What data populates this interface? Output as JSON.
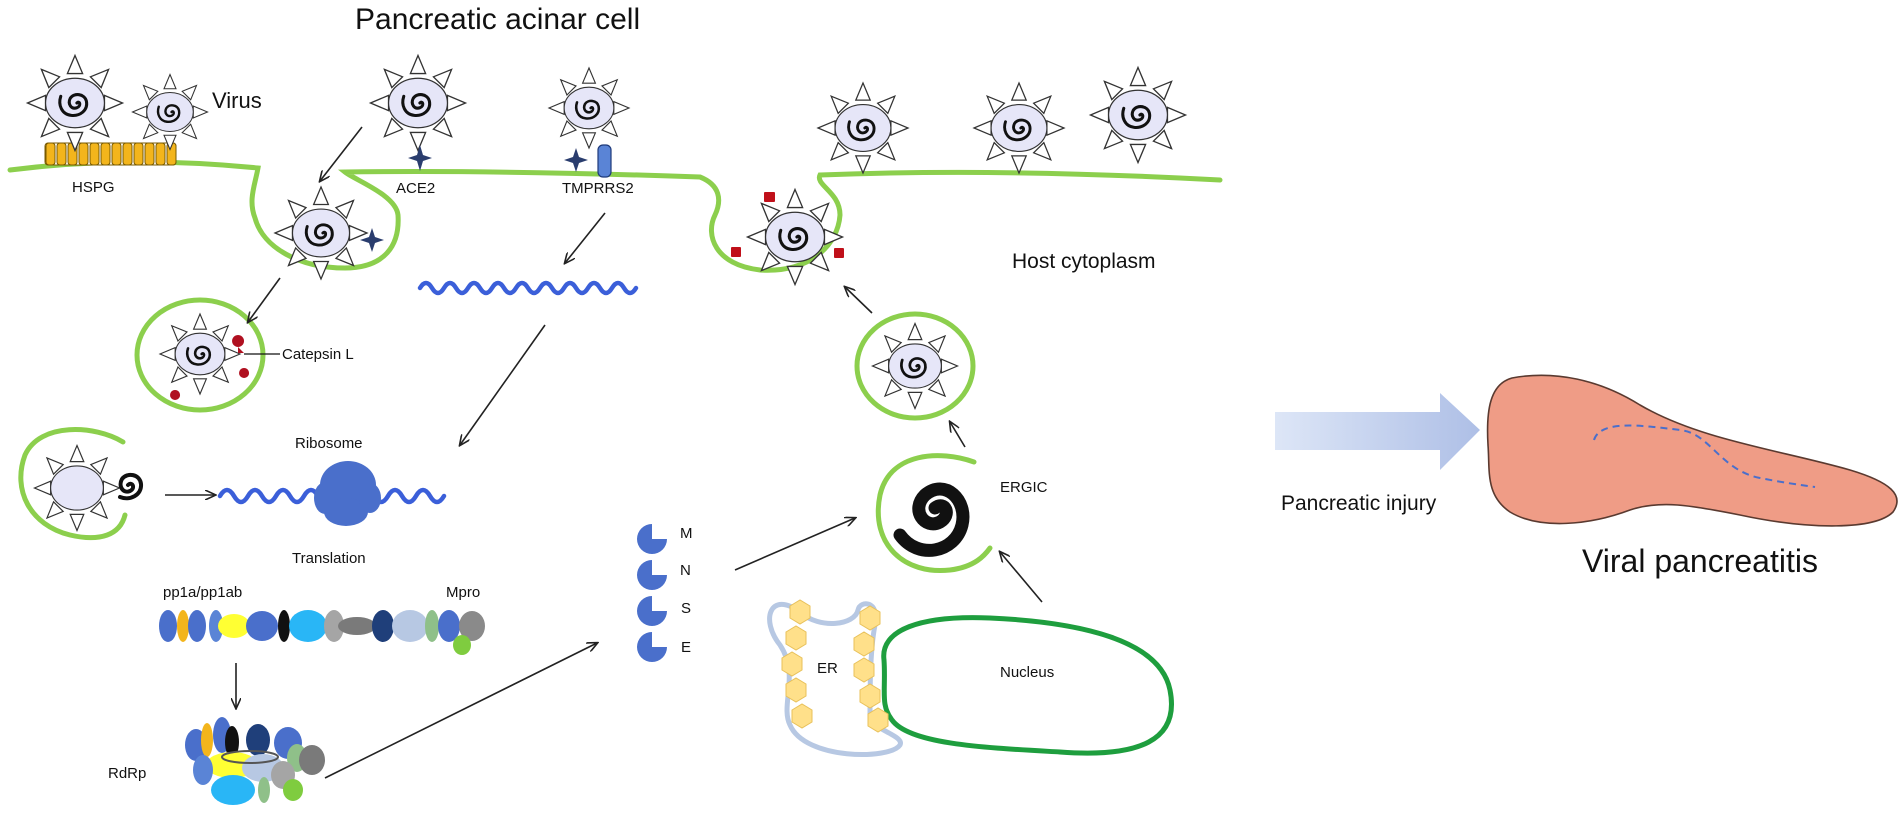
{
  "labels": {
    "title": "Pancreatic acinar cell",
    "virus": "Virus",
    "hspg": "HSPG",
    "ace2": "ACE2",
    "tmprss2": "TMPRRS2",
    "host_cytoplasm": "Host cytoplasm",
    "catepsin": "Catepsin L",
    "ribosome": "Ribosome",
    "translation": "Translation",
    "pp1a": "pp1a/pp1ab",
    "mpro": "Mpro",
    "rdrp": "RdRp",
    "protein_m": "M",
    "protein_n": "N",
    "protein_s": "S",
    "protein_e": "E",
    "ergic": "ERGIC",
    "er": "ER",
    "nucleus": "Nucleus",
    "pancreatic_injury": "Pancreatic injury",
    "viral_pancreatitis": "Viral pancreatitis"
  },
  "colors": {
    "membrane": "#8ccf4d",
    "nucleus": "#1e9e3e",
    "rna": "#3b5fd9",
    "virion_core": "#e6e6f8",
    "spike": "#cccde6",
    "hspg": "#f3b51c",
    "receptor_star": "#2a3d6e",
    "tmprss2": "#5a84d6",
    "cathepsin": "#b01020",
    "ribosome": "#4a6fcb",
    "er_body": "#b7c8e3",
    "er_vesicle": "#ffe08a",
    "pancreas": "#ef9c86",
    "big_arrow": "#c4d2ef",
    "protein_mnse": "#4a6fcb"
  },
  "icons": [
    "virion-icon",
    "spike-icon",
    "spiral-genome-icon",
    "receptor-star-icon",
    "cathepsin-icon",
    "ribosome-icon",
    "pancreas-icon",
    "block-arrow-icon"
  ]
}
